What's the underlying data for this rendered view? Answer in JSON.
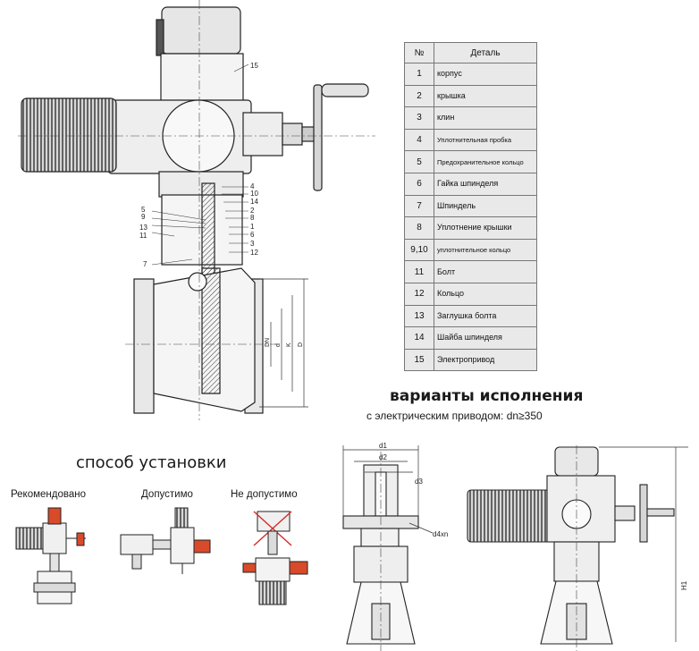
{
  "table": {
    "header_num": "№",
    "header_name": "Деталь",
    "rows": [
      {
        "num": "1",
        "name": "корпус"
      },
      {
        "num": "2",
        "name": "крышка"
      },
      {
        "num": "3",
        "name": "клин"
      },
      {
        "num": "4",
        "name": "Уплотнительная пробка"
      },
      {
        "num": "5",
        "name": "Предохранительное кольцо"
      },
      {
        "num": "6",
        "name": "Гайка шпинделя"
      },
      {
        "num": "7",
        "name": "Шпиндель"
      },
      {
        "num": "8",
        "name": "Уплотнение крышки"
      },
      {
        "num": "9,10",
        "name": "уплотнительное кольцо"
      },
      {
        "num": "11",
        "name": "Болт"
      },
      {
        "num": "12",
        "name": "Кольцо"
      },
      {
        "num": "13",
        "name": "Заглушка болта"
      },
      {
        "num": "14",
        "name": "Шайба шпинделя"
      },
      {
        "num": "15",
        "name": "Электропривод"
      }
    ]
  },
  "variants": {
    "title": "варианты исполнения",
    "subtitle": "с электрическим приводом: dn≥350"
  },
  "installation": {
    "title": "способ установки",
    "recommended": "Рекомендовано",
    "allowed": "Допустимо",
    "not_allowed": "Не допустимо"
  },
  "callouts": {
    "c1": "1",
    "c2": "2",
    "c3": "3",
    "c4": "4",
    "c5": "5",
    "c6": "6",
    "c7": "7",
    "c8": "8",
    "c9": "9",
    "c10": "10",
    "c11": "11",
    "c12": "12",
    "c13": "13",
    "c14": "14",
    "c15": "15"
  },
  "dimensions": {
    "dn": "DN",
    "d": "d",
    "k": "K",
    "D": "D",
    "d1": "d1",
    "d2": "d2",
    "d3": "d3",
    "d4xn": "d4xn",
    "h1": "H1"
  }
}
